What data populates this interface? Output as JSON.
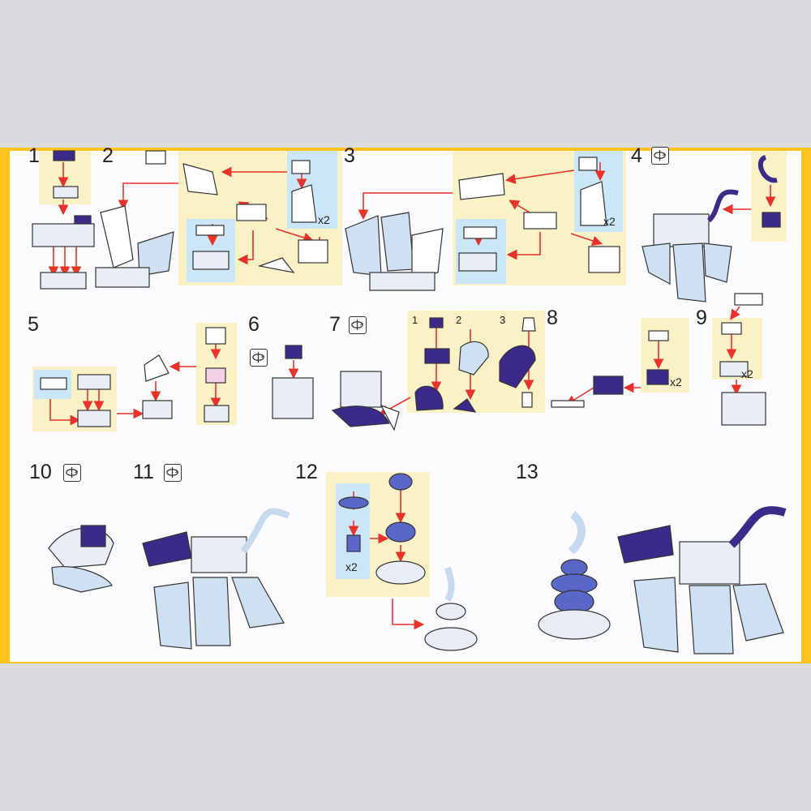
{
  "steps": [
    {
      "number": "1"
    },
    {
      "number": "2"
    },
    {
      "number": "3"
    },
    {
      "number": "4"
    },
    {
      "number": "5"
    },
    {
      "number": "6"
    },
    {
      "number": "7"
    },
    {
      "number": "8"
    },
    {
      "number": "9"
    },
    {
      "number": "10"
    },
    {
      "number": "11"
    },
    {
      "number": "12"
    },
    {
      "number": "13"
    }
  ],
  "quantities": {
    "step2": "x2",
    "step3": "x2",
    "step8": "x2",
    "step9": "x2",
    "step12": "x2"
  },
  "substeps": [
    "1",
    "2",
    "3"
  ],
  "icons": {
    "rotate": "rotate-model-icon"
  },
  "colors": {
    "page_border": "#ffc21e",
    "sheet": "#fbfbfd",
    "panel": "#fbf1c6",
    "callout": "#cbe6f6",
    "arrow": "#e8332a",
    "purple": "#3b2a8a",
    "light_blue": "#c7d9ef"
  }
}
